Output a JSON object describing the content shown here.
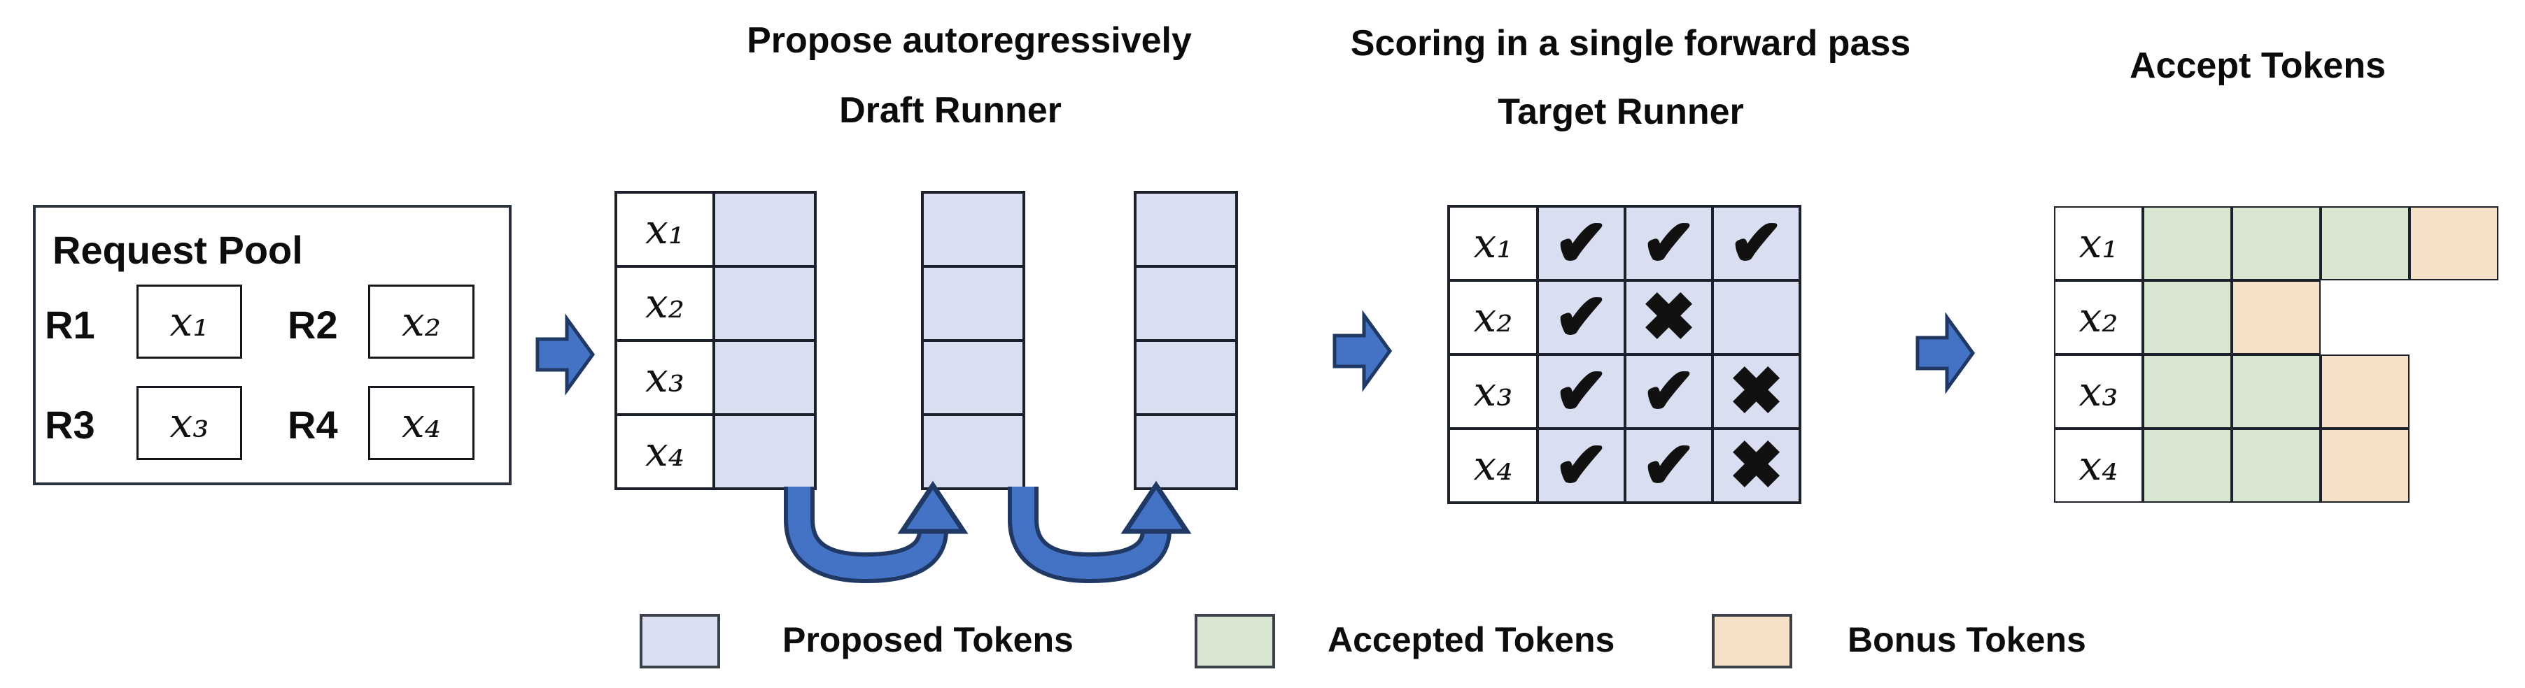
{
  "titles": {
    "propose_step": "Propose autoregressively",
    "draft_runner": "Draft Runner",
    "scoring_step": "Scoring in a single forward pass",
    "target_runner": "Target Runner",
    "accept_step": "Accept Tokens"
  },
  "request_pool": {
    "title": "Request Pool",
    "requests": [
      {
        "id": "R1",
        "token": "x₁"
      },
      {
        "id": "R2",
        "token": "x₂"
      },
      {
        "id": "R3",
        "token": "x₃"
      },
      {
        "id": "R4",
        "token": "x₄"
      }
    ]
  },
  "draft": {
    "rows": [
      "x₁",
      "x₂",
      "x₃",
      "x₄"
    ],
    "iterations": 3
  },
  "target": {
    "rows": [
      {
        "label": "x₁",
        "marks": [
          "✔",
          "✔",
          "✔"
        ],
        "marks_names": [
          "check",
          "check",
          "check"
        ]
      },
      {
        "label": "x₂",
        "marks": [
          "✔",
          "✖",
          ""
        ],
        "marks_names": [
          "check",
          "cross",
          "none"
        ]
      },
      {
        "label": "x₃",
        "marks": [
          "✔",
          "✔",
          "✖"
        ],
        "marks_names": [
          "check",
          "check",
          "cross"
        ]
      },
      {
        "label": "x₄",
        "marks": [
          "✔",
          "✔",
          "✖"
        ],
        "marks_names": [
          "check",
          "check",
          "cross"
        ]
      }
    ]
  },
  "accept": {
    "rows": [
      {
        "label": "x₁",
        "cells": [
          "accepted",
          "accepted",
          "accepted",
          "bonus"
        ]
      },
      {
        "label": "x₂",
        "cells": [
          "accepted",
          "bonus"
        ]
      },
      {
        "label": "x₃",
        "cells": [
          "accepted",
          "accepted",
          "bonus"
        ]
      },
      {
        "label": "x₄",
        "cells": [
          "accepted",
          "accepted",
          "bonus"
        ]
      }
    ]
  },
  "legend": [
    {
      "type": "proposed",
      "label": "Proposed Tokens"
    },
    {
      "type": "accepted",
      "label": "Accepted Tokens"
    },
    {
      "type": "bonus",
      "label": "Bonus Tokens"
    }
  ],
  "colors": {
    "proposed": "#d9def0",
    "accepted": "#d8e5d1",
    "bonus": "#f5e0c8",
    "arrow_fill": "#4472c4",
    "arrow_outline": "#1f3864",
    "grid_border": "#1b202b"
  }
}
